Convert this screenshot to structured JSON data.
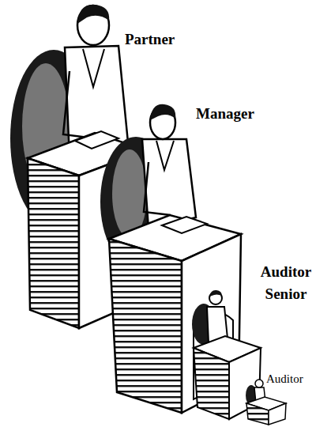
{
  "diagram": {
    "labels": [
      "Partner",
      "Manager",
      "Auditor Senior",
      "Auditor"
    ]
  }
}
